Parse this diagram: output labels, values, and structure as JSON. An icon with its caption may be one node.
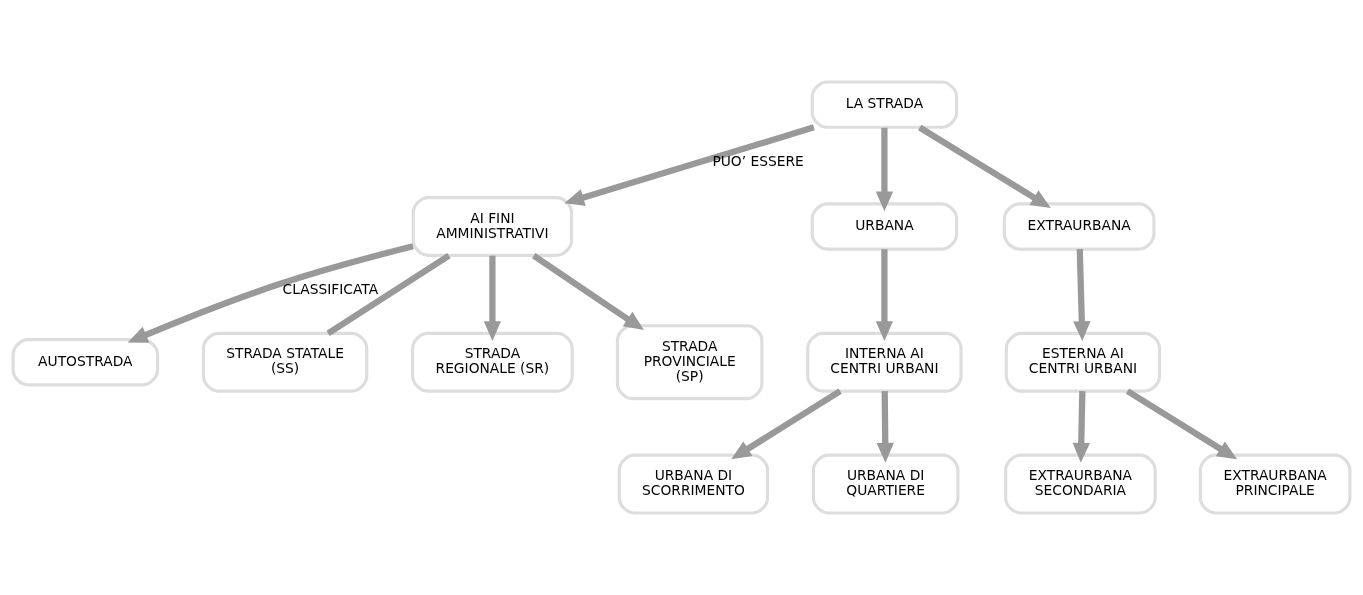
{
  "diagram": {
    "nodes": [
      {
        "text": [
          "LA STRADA"
        ]
      },
      {
        "text": [
          "AI FINI AMMINISTRATIVI"
        ]
      },
      {
        "text": [
          "URBANA"
        ]
      },
      {
        "text": [
          "EXTRAURBANA"
        ]
      },
      {
        "text": [
          "INTERNA AI CENTRI URBANI"
        ]
      },
      {
        "text": [
          "ESTERNA AI CENTRI URBANI"
        ]
      },
      {
        "text": [
          "AUTOSTRADA"
        ]
      },
      {
        "text": [
          "STRADA STATALE (SS)"
        ]
      },
      {
        "text": [
          "STRADA REGIONALE (SR)"
        ]
      },
      {
        "text": [
          "STRADA PROVINCIALE (SP)"
        ]
      },
      {
        "text": [
          "EXTRAURBANA SECONDARIA"
        ]
      },
      {
        "text": [
          "EXTRAURBANA PRINCIPALE"
        ]
      },
      {
        "text": [
          "URBANA DI SCORRIMENTO"
        ]
      },
      {
        "text": [
          "URBANA DI QUARTIERE"
        ]
      }
    ],
    "edges": [
      {
        "from": 0,
        "to": 1,
        "arrow": "to",
        "label": "PUO’ ESSERE"
      },
      {
        "from": 0,
        "to": 2,
        "arrow": "to"
      },
      {
        "from": 0,
        "to": 3,
        "arrow": "to"
      },
      {
        "from": 1,
        "to": 6,
        "arrow": "to",
        "label": "CLASSIFICATA"
      },
      {
        "from": 1,
        "to": 7,
        "arrow": "none"
      },
      {
        "from": 1,
        "to": 8,
        "arrow": "to"
      },
      {
        "from": 1,
        "to": 9,
        "arrow": "to"
      },
      {
        "from": 3,
        "to": 5,
        "arrow": "to"
      },
      {
        "from": 5,
        "to": 10,
        "arrow": "to"
      },
      {
        "from": 5,
        "to": 11,
        "arrow": "to"
      },
      {
        "from": 2,
        "to": 4,
        "arrow": "to"
      },
      {
        "from": 4,
        "to": 12,
        "arrow": "to"
      },
      {
        "from": 4,
        "to": 13,
        "arrow": "to"
      }
    ]
  }
}
